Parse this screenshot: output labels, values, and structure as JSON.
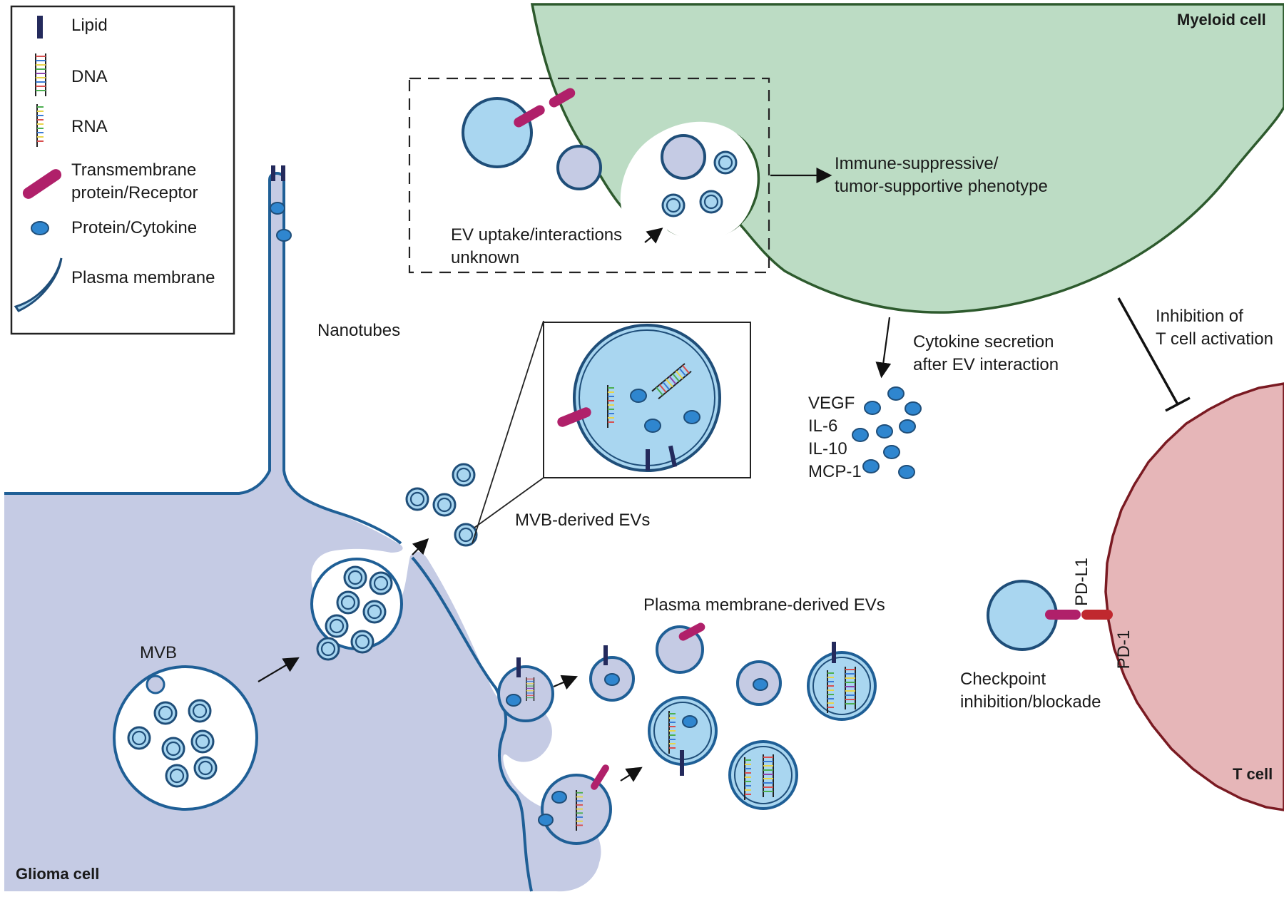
{
  "legend": {
    "items": [
      {
        "icon": "lipid-icon",
        "label": "Lipid"
      },
      {
        "icon": "dna-icon",
        "label": "DNA"
      },
      {
        "icon": "rna-icon",
        "label": "RNA"
      },
      {
        "icon": "receptor-icon",
        "label_line1": "Transmembrane",
        "label_line2": "protein/Receptor"
      },
      {
        "icon": "cytokine-icon",
        "label": "Protein/Cytokine"
      },
      {
        "icon": "membrane-icon",
        "label": "Plasma membrane"
      }
    ]
  },
  "cells": {
    "glioma": "Glioma cell",
    "myeloid": "Myeloid cell",
    "tcell": "T cell"
  },
  "labels": {
    "nanotubes": "Nanotubes",
    "mvb": "MVB",
    "mvb_evs": "MVB-derived EVs",
    "pm_evs": "Plasma membrane-derived EVs",
    "ev_uptake_1": "EV uptake/interactions",
    "ev_uptake_2": "unknown",
    "immune_1": "Immune-suppressive/",
    "immune_2": "tumor-supportive phenotype",
    "cytokine_sec_1": "Cytokine secretion",
    "cytokine_sec_2": "after EV interaction",
    "cytokines": [
      "VEGF",
      "IL-6",
      "IL-10",
      "MCP-1"
    ],
    "inhibition_1": "Inhibition of",
    "inhibition_2": "T cell activation",
    "pdl1": "PD-L1",
    "pd1": "PD-1",
    "checkpoint_1": "Checkpoint",
    "checkpoint_2": "inhibition/blockade"
  },
  "colors": {
    "glioma_fill": "#c5cbe4",
    "myeloid_fill": "#bcdcc4",
    "myeloid_edge": "#2d5a2d",
    "tcell_fill": "#e6b6b8",
    "tcell_edge": "#7a1a22",
    "membrane": "#1f5f96",
    "ev_fill": "#a9d6f0",
    "cytokine": "#2f86cf",
    "receptor": "#b0206a",
    "lipid": "#242a5c",
    "pd1": "#c0282e"
  }
}
